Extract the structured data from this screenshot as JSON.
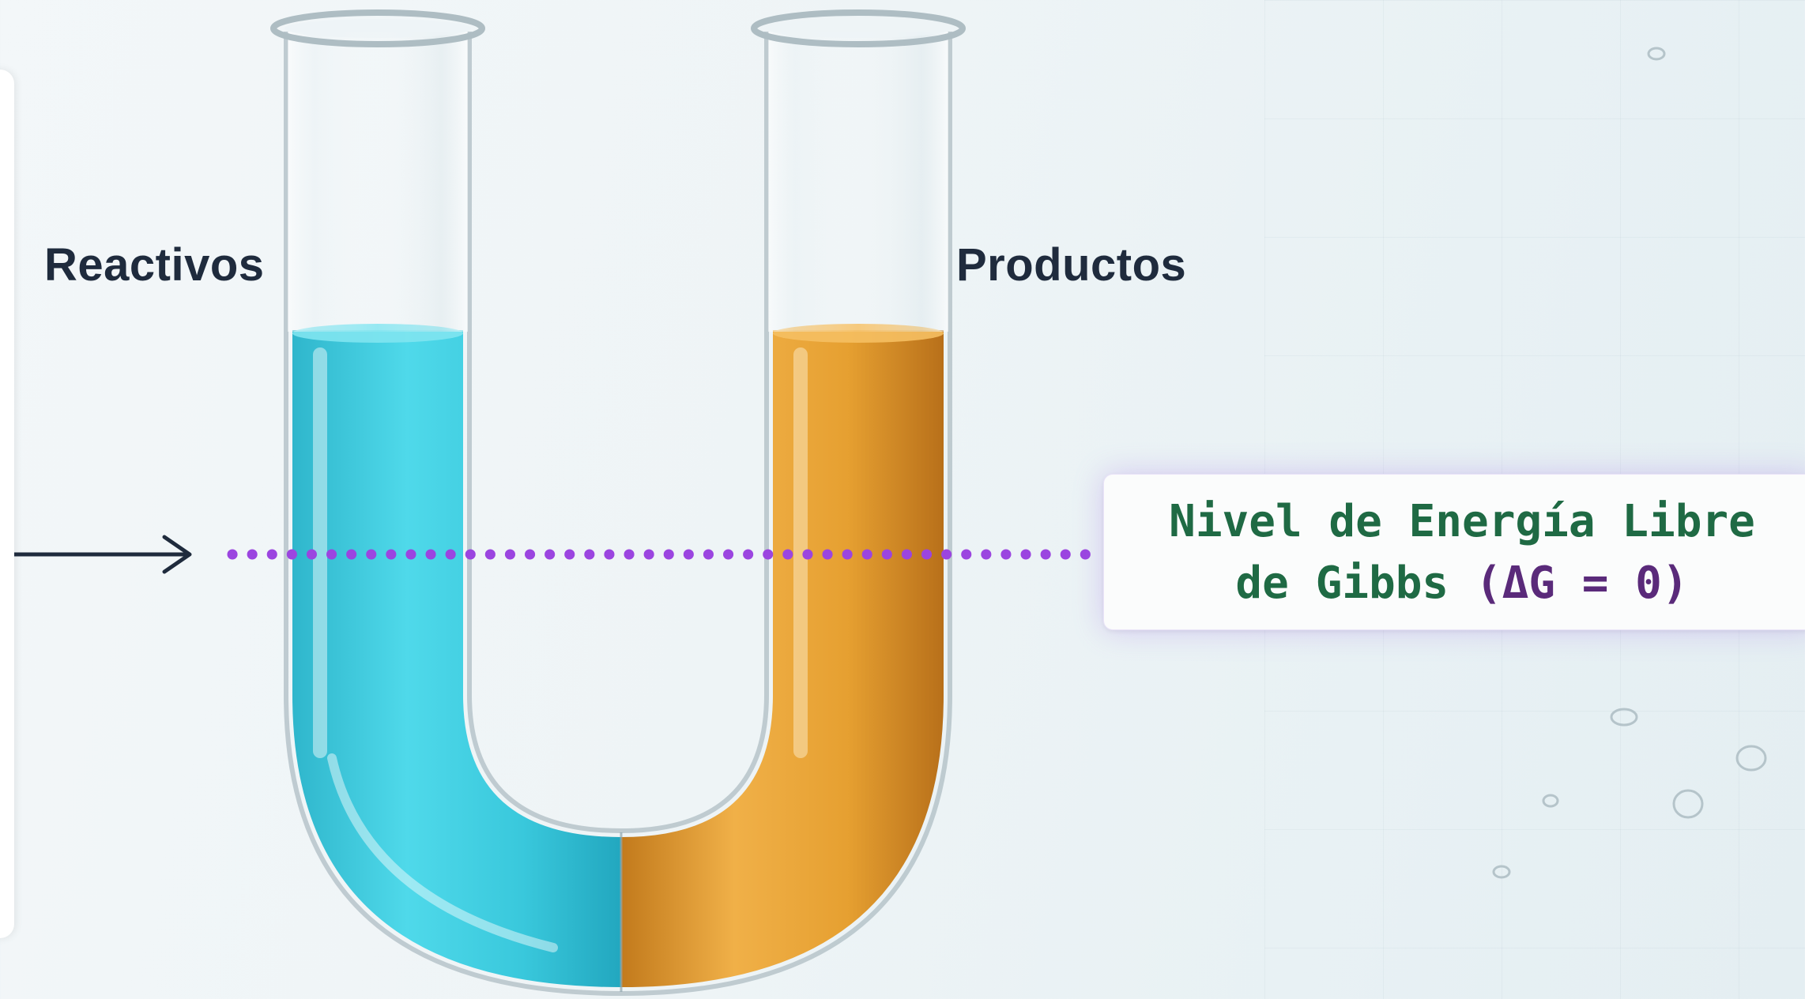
{
  "labels": {
    "left": "Reactivos",
    "right": "Productos"
  },
  "energy_level": {
    "line1": "Nivel de Energía Libre",
    "line2_prefix": "de Gibbs ",
    "line2_equation": "(ΔG = 0)"
  },
  "colors": {
    "reactant_liquid": "#3fcde0",
    "product_liquid": "#e8a233",
    "dotted_line": "#9b45e0",
    "label_text": "#1f2b3d",
    "energy_text": "#1f6a44",
    "arrow": "#1f2b3d"
  },
  "icons": {
    "arrow": "arrow-right-icon",
    "tube": "u-tube-icon"
  }
}
